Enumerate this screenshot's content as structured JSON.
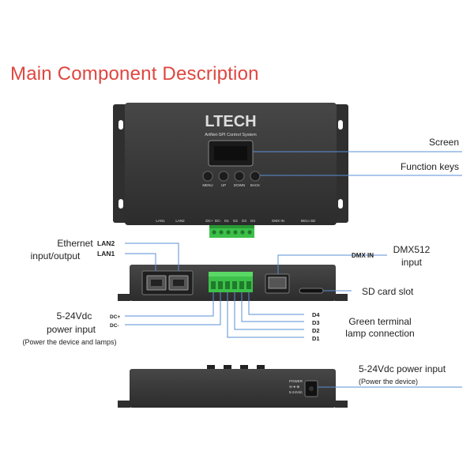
{
  "title": "Main Component Description",
  "device": {
    "brand": "LTECH",
    "subtitle": "ArtNet-SPI Control System",
    "keys": [
      "MENU",
      "UP",
      "DOWN",
      "BACK"
    ],
    "bottom_labels": {
      "lan1": "LAN1",
      "lan2": "LAN2",
      "dcp": "DC+",
      "dcm": "DC-",
      "d1": "D1",
      "d2": "D2",
      "d3": "D3",
      "d4": "D4",
      "dmxin": "DMX IN",
      "microsd": "Mirco SD"
    },
    "power_side": [
      "POWER",
      "⊖-●-⊕",
      "5-24Vdc"
    ]
  },
  "callouts": {
    "screen": "Screen",
    "function_keys": "Function keys",
    "ethernet": [
      "Ethernet",
      "input/output"
    ],
    "lan2": "LAN2",
    "lan1": "LAN1",
    "dmx_in": "DMX IN",
    "dmx512": [
      "DMX512",
      "input"
    ],
    "sd_card": "SD card slot",
    "power_input": [
      "5-24Vdc",
      "power input",
      "(Power the device and lamps)"
    ],
    "dc_plus": "DC+",
    "dc_minus": "DC-",
    "d4": "D4",
    "d3": "D3",
    "d2": "D2",
    "d1": "D1",
    "green_terminal": [
      "Green terminal",
      "lamp connection"
    ],
    "power_input2": "5-24Vdc power input",
    "power_device": "(Power the device)"
  },
  "colors": {
    "title": "#e0463f",
    "leader": "#5a8fd6",
    "body": "#3a3a3a",
    "terminal": "#3cc04a"
  }
}
